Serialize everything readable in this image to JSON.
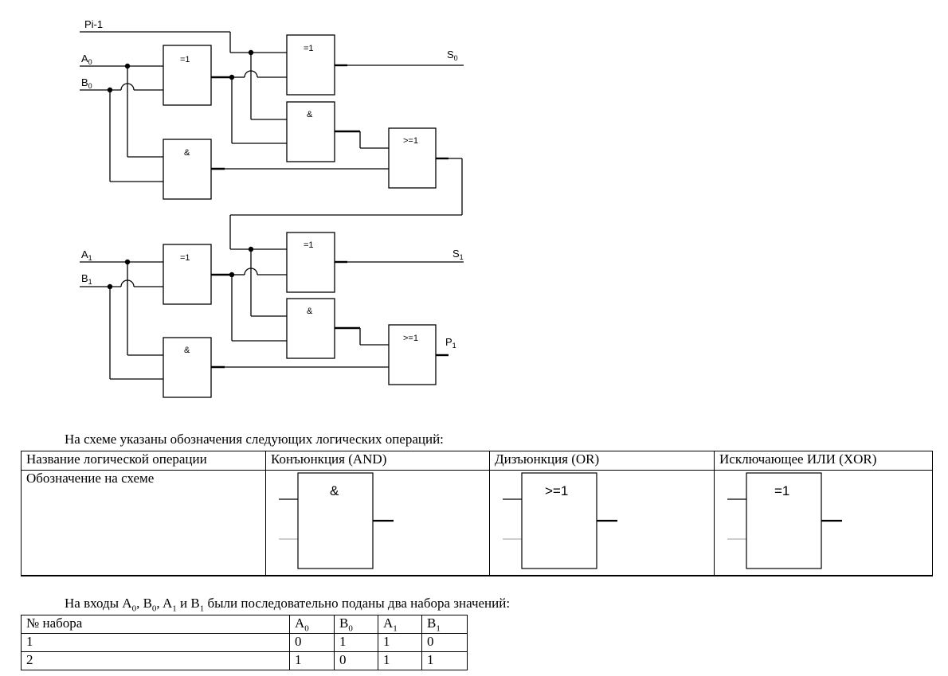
{
  "diagram": {
    "labels": {
      "carry_in": "Pi-1",
      "a0": "A",
      "a0_sub": "0",
      "b0": "B",
      "b0_sub": "0",
      "a1": "A",
      "a1_sub": "1",
      "b1": "B",
      "b1_sub": "1",
      "s0": "S",
      "s0_sub": "0",
      "s1": "S",
      "s1_sub": "1",
      "p1": "P",
      "p1_sub": "1"
    },
    "gate_symbols": {
      "xor": "=1",
      "and": "&",
      "or": ">=1"
    }
  },
  "intro_text": "На схеме указаны обозначения следующих логических операций:",
  "ops_table": {
    "header_label": "Название логической операции",
    "row_label": "Обозначение на схеме",
    "ops": [
      {
        "name": "Конъюнкция (AND)",
        "symbol": "&"
      },
      {
        "name": "Дизъюнкция (OR)",
        "symbol": ">=1"
      },
      {
        "name": "Исключающее ИЛИ (XOR)",
        "symbol": "=1"
      }
    ]
  },
  "inputs_text": {
    "before": "На входы ",
    "a0": "A",
    "a0_sub": "0",
    "sep1": ", ",
    "b0": "B",
    "b0_sub": "0",
    "sep2": ", ",
    "a1": "A",
    "a1_sub": "1",
    "sep3": " и ",
    "b1": "B",
    "b1_sub": "1",
    "after": " были последовательно поданы два набора значений:"
  },
  "sets_table": {
    "header": {
      "num": "№ набора",
      "a0": "A",
      "a0_sub": "0",
      "b0": "B",
      "b0_sub": "0",
      "a1": "A",
      "a1_sub": "1",
      "b1": "B",
      "b1_sub": "1"
    },
    "rows": [
      {
        "num": "1",
        "values": [
          "0",
          "1",
          "1",
          "0"
        ]
      },
      {
        "num": "2",
        "values": [
          "1",
          "0",
          "1",
          "1"
        ]
      }
    ]
  }
}
